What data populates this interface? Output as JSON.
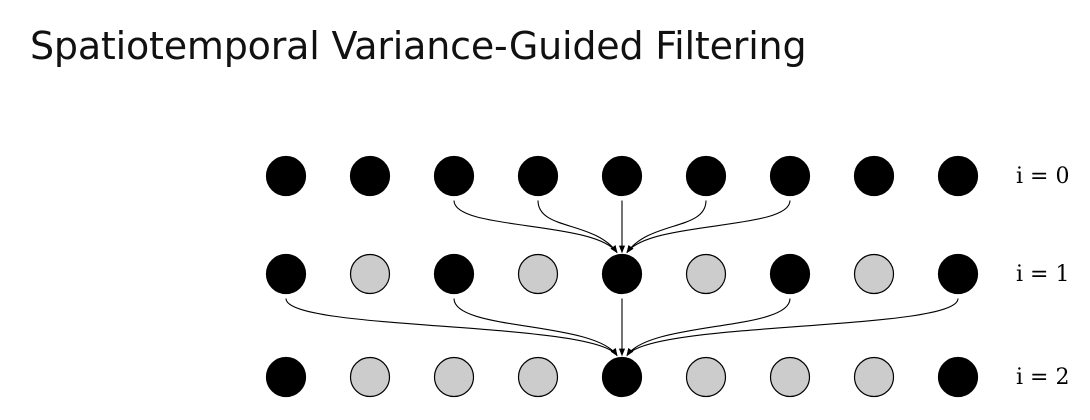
{
  "title": "Spatiotemporal Variance-Guided Filtering",
  "diagram": {
    "colors": {
      "active_node": "#000000",
      "inactive_node": "#cccccc",
      "node_stroke": "#000000",
      "arrow": "#000000"
    },
    "levels": [
      {
        "label": "i = 0",
        "nodes": [
          true,
          true,
          true,
          true,
          true,
          true,
          true,
          true,
          true
        ]
      },
      {
        "label": "i = 1",
        "nodes": [
          true,
          false,
          true,
          false,
          true,
          false,
          true,
          false,
          true
        ]
      },
      {
        "label": "i = 2",
        "nodes": [
          true,
          false,
          false,
          false,
          true,
          false,
          false,
          false,
          true
        ]
      }
    ],
    "connections": [
      {
        "from_level": 0,
        "to_level": 1,
        "sources": [
          2,
          3,
          4,
          5,
          6
        ],
        "target": 4
      },
      {
        "from_level": 1,
        "to_level": 2,
        "sources": [
          0,
          2,
          4,
          6,
          8
        ],
        "target": 4
      }
    ]
  }
}
